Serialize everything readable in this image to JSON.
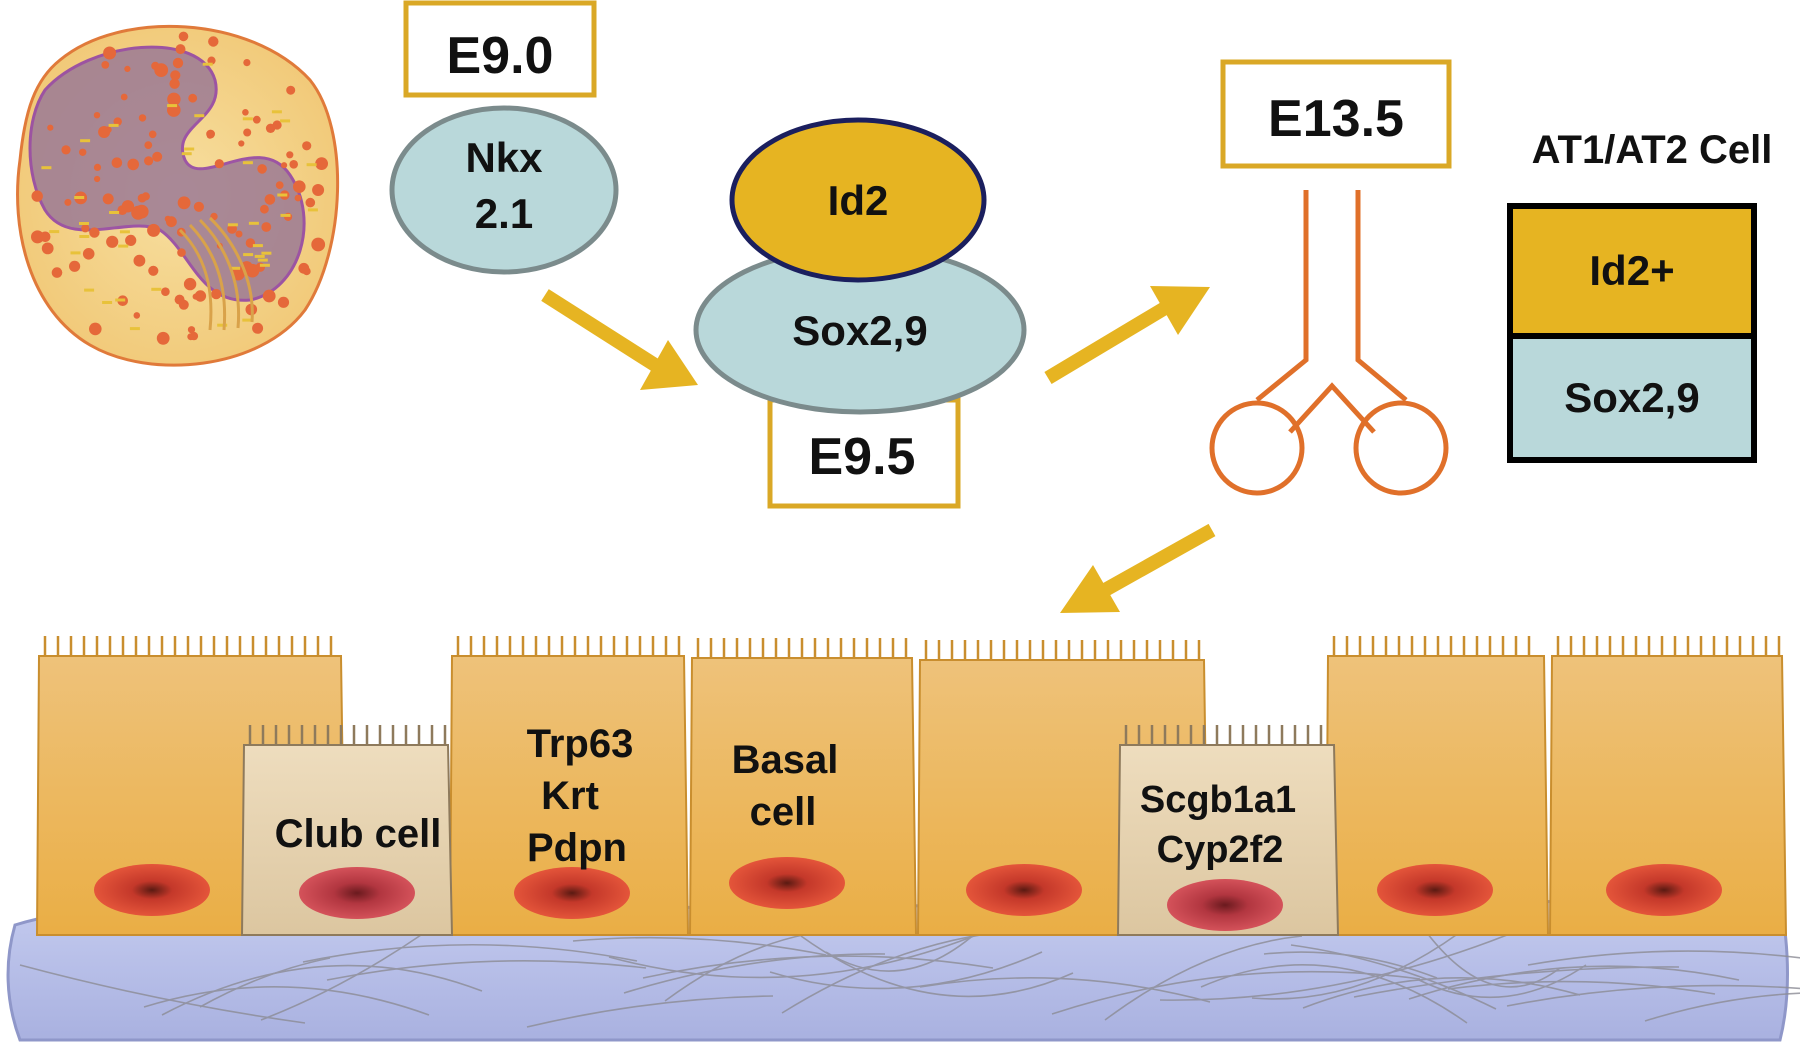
{
  "colors": {
    "gold": "#E6B422",
    "stage_box_border": "#DAA826",
    "light_blue": "#B9D8DA",
    "ellipse_border": "#7B8B8C",
    "id2_border": "#1B1F5E",
    "cell_top": "#E8B85E",
    "cell_bottom": "#EAAE45",
    "club_cell": "#E7D3B0",
    "nucleus": "#D9452C",
    "membrane": "#B7BEE6",
    "orange_line": "#E0702A",
    "arrow": "#E6B422"
  },
  "stages": {
    "e90": "E9.0",
    "e95": "E9.5",
    "e135": "E13.5"
  },
  "factors": {
    "nkx_line1": "Nkx",
    "nkx_line2": "2.1",
    "id2": "Id2",
    "sox29": "Sox2,9"
  },
  "legend": {
    "title": "AT1/AT2 Cell",
    "top": "Id2+",
    "bottom": "Sox2,9"
  },
  "epithelium": {
    "club_cell": "Club cell",
    "trp63": "Trp63",
    "krt": "Krt",
    "pdpn": "Pdpn",
    "basal_line1": "Basal",
    "basal_line2": "cell",
    "scgb1a1": "Scgb1a1",
    "cyp2f2": "Cyp2f2"
  },
  "icons": [
    "stem-cell-icon",
    "lung-bronchi-icon",
    "flow-arrow-icon"
  ]
}
